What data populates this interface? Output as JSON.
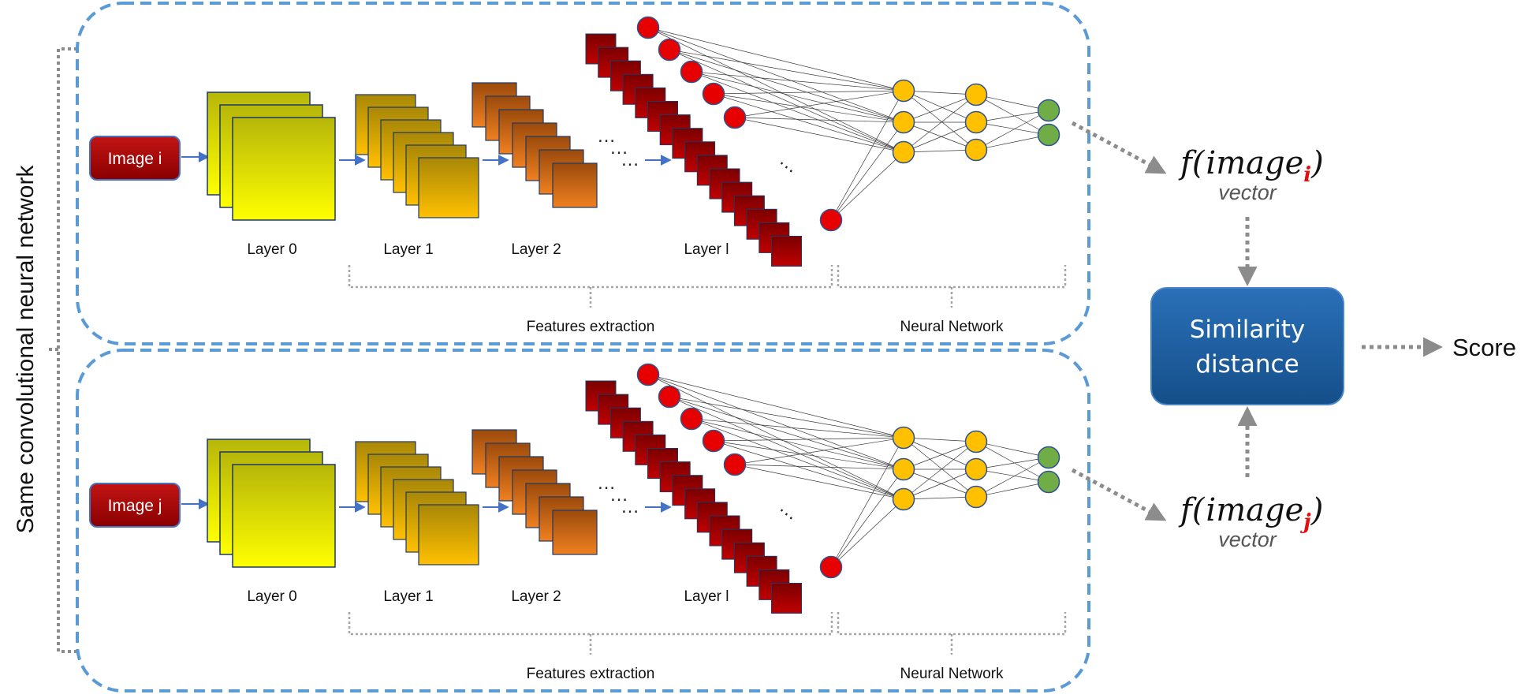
{
  "side_label": "Same convolutional neural network",
  "branches": [
    {
      "input_label": "Image i",
      "layers": [
        "Layer 0",
        "Layer 1",
        "Layer 2",
        "Layer l"
      ],
      "section_labels": [
        "Features extraction",
        "Neural Network"
      ],
      "output_func": "f",
      "output_arg": "image",
      "output_sub": "i",
      "output_caption": "vector"
    },
    {
      "input_label": "Image j",
      "layers": [
        "Layer 0",
        "Layer 1",
        "Layer 2",
        "Layer l"
      ],
      "section_labels": [
        "Features extraction",
        "Neural Network"
      ],
      "output_func": "f",
      "output_arg": "image",
      "output_sub": "j",
      "output_caption": "vector"
    }
  ],
  "similarity": {
    "line1": "Similarity",
    "line2": "distance"
  },
  "result_label": "Score",
  "colors": {
    "container_border": "#5b9bd5",
    "similarity_box": "#1f5f9e",
    "input_box": "#b40f0f",
    "subscript": "#e01010",
    "neuron_red": "#e60000",
    "neuron_yellow": "#ffc000",
    "neuron_green": "#70ad47",
    "dotted_arrow": "#8c8c8c",
    "small_arrow": "#4472c4"
  }
}
